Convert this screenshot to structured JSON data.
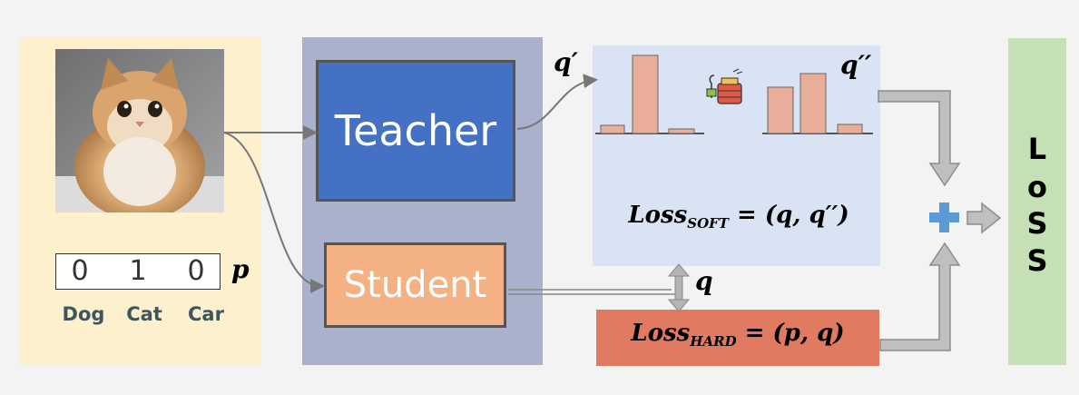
{
  "input": {
    "label_vector": [
      "0",
      "1",
      "0"
    ],
    "vector_symbol": "p",
    "classes": [
      "Dog",
      "Cat",
      "Car"
    ]
  },
  "models": {
    "teacher": "Teacher",
    "student": "Student"
  },
  "soft": {
    "q_prime": "q′",
    "q_double_prime": "q′′",
    "loss_main": "Loss",
    "loss_sub": "SOFT",
    "loss_rhs": " = (q, q′′)"
  },
  "hard": {
    "q": "q",
    "loss_main": "Loss",
    "loss_sub": "HARD",
    "loss_rhs": " = (p, q)"
  },
  "output": {
    "letters": [
      "L",
      "o",
      "S",
      "S"
    ]
  },
  "colors": {
    "input_panel": "#fdf0cc",
    "models_panel": "#aab1cc",
    "teacher": "#4471c4",
    "student": "#f4b183",
    "soft_panel": "#dae3f3",
    "hard_loss": "#e07a60",
    "loss_panel": "#c5e0b4",
    "plus": "#5b9bd5",
    "bar": "#e8ae9a"
  }
}
